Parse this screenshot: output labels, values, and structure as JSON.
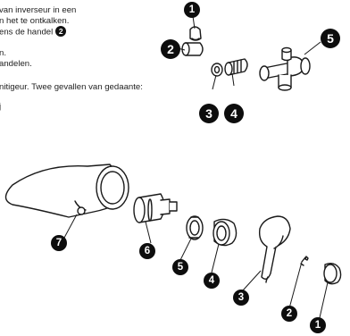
{
  "text": {
    "line1": "van inverseur in een",
    "line2": "n het te ontkalken.",
    "line3": "ens de handel",
    "line3_badge": "2",
    "line4": "n.",
    "line5": "andelen.",
    "line6": "nitigeur. Twee gevallen van gedaante:",
    "line7": "j"
  },
  "top_diagram_labels": [
    "1",
    "2",
    "3",
    "4",
    "5"
  ],
  "bottom_diagram_labels": [
    "1",
    "2",
    "3",
    "4",
    "5",
    "6",
    "7"
  ]
}
